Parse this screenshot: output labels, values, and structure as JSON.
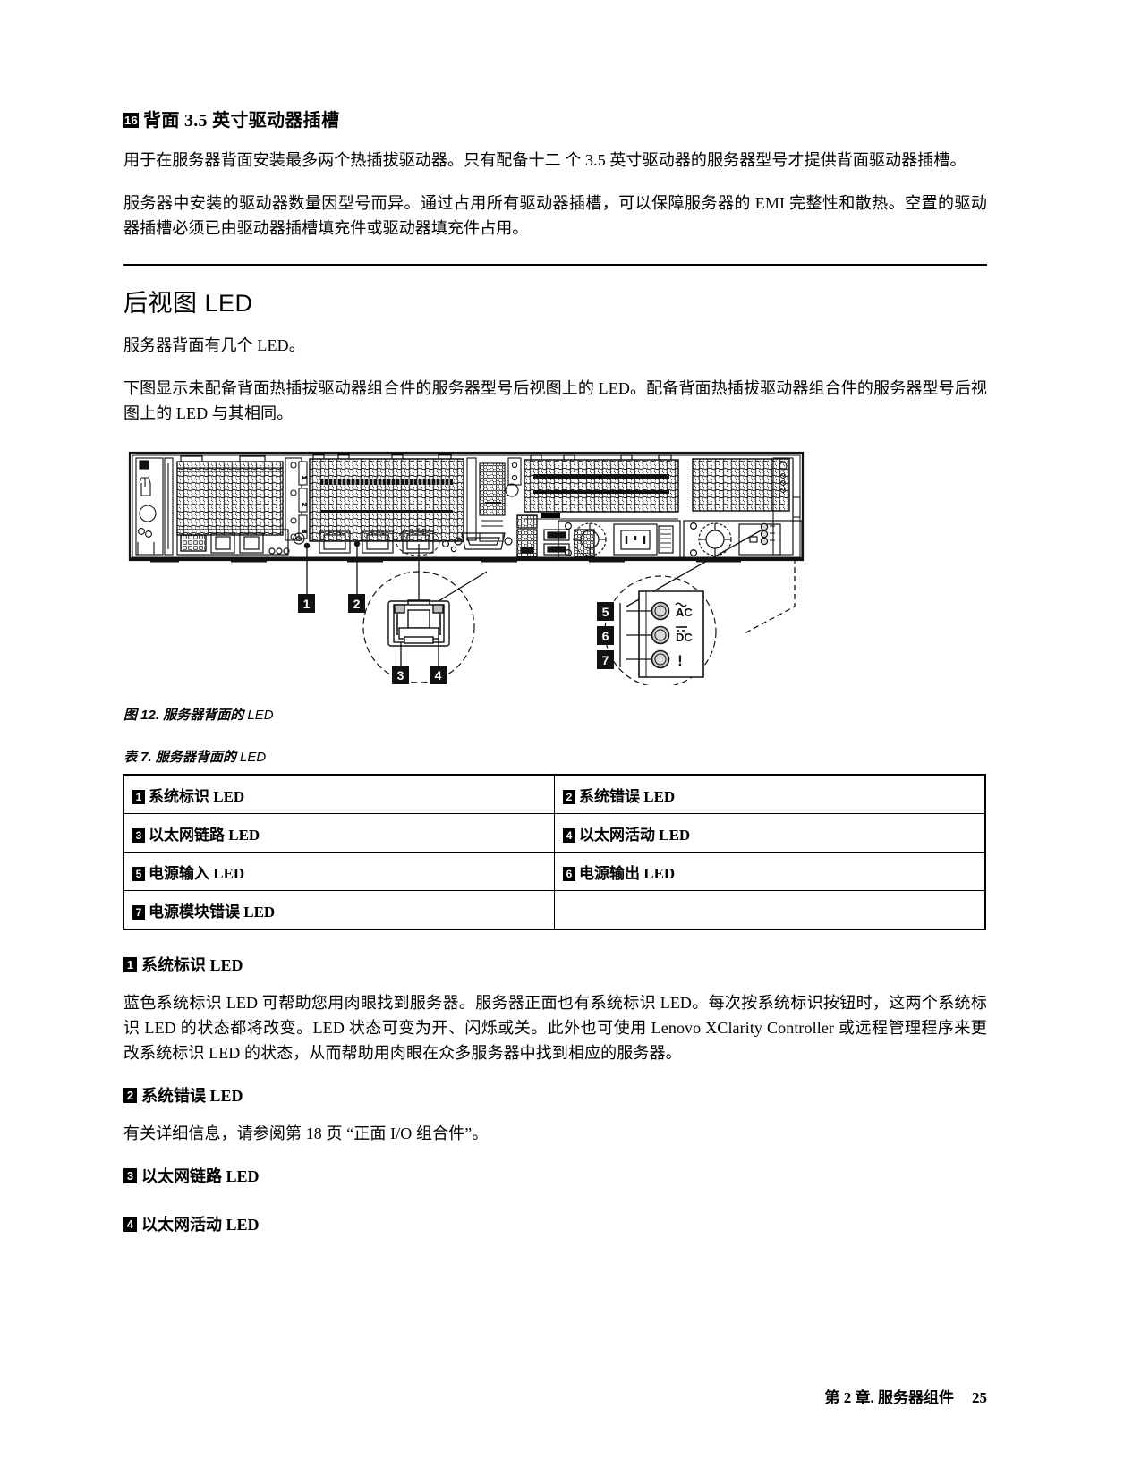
{
  "document": {
    "page_number": "25",
    "footer_chapter": "第 2 章. 服务器组件"
  },
  "section_drive_bay": {
    "callout": "16",
    "heading": "背面 3.5 英寸驱动器插槽",
    "paragraph_1": "用于在服务器背面安装最多两个热插拔驱动器。只有配备十二 个 3.5 英寸驱动器的服务器型号才提供背面驱动器插槽。",
    "paragraph_2": "服务器中安装的驱动器数量因型号而异。通过占用所有驱动器插槽，可以保障服务器的 EMI 完整性和散热。空置的驱动器插槽必须已由驱动器插槽填充件或驱动器填充件占用。"
  },
  "section_rear_led": {
    "heading": "后视图 LED",
    "paragraph_1": "服务器背面有几个 LED。",
    "paragraph_2": "下图显示未配备背面热插拔驱动器组合件的服务器型号后视图上的 LED。配备背面热插拔驱动器组合件的服务器型号后视图上的 LED 与其相同。"
  },
  "figure": {
    "caption_prefix": "图 12.",
    "caption_text": "服务器背面的",
    "caption_suffix": "LED",
    "callouts": [
      {
        "num": "1",
        "name": "system-id-led-callout"
      },
      {
        "num": "2",
        "name": "system-error-led-callout"
      },
      {
        "num": "3",
        "name": "ethernet-link-led-callout"
      },
      {
        "num": "4",
        "name": "ethernet-activity-led-callout"
      },
      {
        "num": "5",
        "name": "power-input-led-callout"
      },
      {
        "num": "6",
        "name": "power-output-led-callout"
      },
      {
        "num": "7",
        "name": "psu-error-led-callout"
      }
    ],
    "psu_symbols": {
      "ac": "AC",
      "dc": "DC",
      "error": "!"
    }
  },
  "table": {
    "caption_prefix": "表 7.",
    "caption_text": "服务器背面的",
    "caption_suffix": "LED",
    "rows": [
      [
        {
          "num": "1",
          "label": "系统标识 LED"
        },
        {
          "num": "2",
          "label": "系统错误 LED"
        }
      ],
      [
        {
          "num": "3",
          "label": "以太网链路 LED"
        },
        {
          "num": "4",
          "label": "以太网活动 LED"
        }
      ],
      [
        {
          "num": "5",
          "label": "电源输入 LED"
        },
        {
          "num": "6",
          "label": "电源输出 LED"
        }
      ],
      [
        {
          "num": "7",
          "label": "电源模块错误 LED"
        },
        {
          "num": "",
          "label": ""
        }
      ]
    ]
  },
  "details": [
    {
      "num": "1",
      "heading": "系统标识 LED",
      "body": "蓝色系统标识 LED 可帮助您用肉眼找到服务器。服务器正面也有系统标识 LED。每次按系统标识按钮时，这两个系统标识 LED 的状态都将改变。LED 状态可变为开、闪烁或关。此外也可使用 Lenovo XClarity Controller 或远程管理程序来更改系统标识 LED 的状态，从而帮助用肉眼在众多服务器中找到相应的服务器。"
    },
    {
      "num": "2",
      "heading": "系统错误 LED",
      "body": "有关详细信息，请参阅第 18 页 “正面 I/O 组合件”。"
    },
    {
      "num": "3",
      "heading": "以太网链路 LED",
      "body": ""
    },
    {
      "num": "4",
      "heading": "以太网活动 LED",
      "body": ""
    }
  ]
}
